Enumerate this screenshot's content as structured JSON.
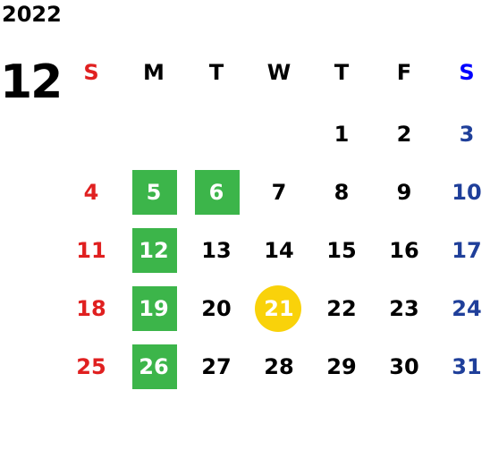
{
  "header": {
    "year": "2022",
    "month": "12"
  },
  "colors": {
    "sunday": "#e02020",
    "saturday": "#1f3f9a",
    "saturday_header": "#0000ff",
    "weekday": "#000000",
    "highlight_green": "#3cb54a",
    "highlight_today": "#f9d20a",
    "highlight_text": "#ffffff"
  },
  "weekdays": [
    "S",
    "M",
    "T",
    "W",
    "T",
    "F",
    "S"
  ],
  "weeks": [
    [
      "",
      "",
      "",
      "",
      "1",
      "2",
      "3"
    ],
    [
      "4",
      "5",
      "6",
      "7",
      "8",
      "9",
      "10"
    ],
    [
      "11",
      "12",
      "13",
      "14",
      "15",
      "16",
      "17"
    ],
    [
      "18",
      "19",
      "20",
      "21",
      "22",
      "23",
      "24"
    ],
    [
      "25",
      "26",
      "27",
      "28",
      "29",
      "30",
      "31"
    ]
  ],
  "highlighted_days": [
    "5",
    "6",
    "12",
    "19",
    "26"
  ],
  "today": "21"
}
